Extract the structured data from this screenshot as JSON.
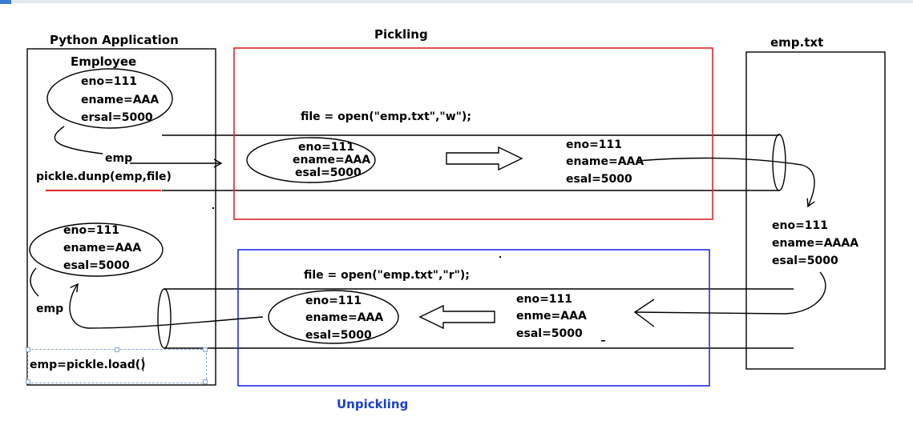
{
  "app": {
    "label": "Python Application",
    "employee_label": "Employee",
    "object_lines": [
      "eno=111",
      "ename=AAA",
      "ersal=5000"
    ],
    "emp_label": "emp",
    "dump_call": "pickle.dunp(emp,file)",
    "result_lines": [
      "eno=111",
      "ename=AAA",
      "esal=5000"
    ],
    "result_emp_label": "emp",
    "load_call": "emp=pickle.load()"
  },
  "pickling": {
    "title": "Pickling",
    "open_call": "file = open(\"emp.txt\",\"w\");",
    "object_lines": [
      "eno=111",
      "ename=AAA",
      "esal=5000"
    ],
    "stream_lines": [
      "eno=111",
      "ename=AAA",
      "esal=5000"
    ]
  },
  "file": {
    "title": "emp.txt",
    "content_lines": [
      "eno=111",
      "ename=AAAA",
      "esal=5000"
    ]
  },
  "unpickling": {
    "title": "Unpickling",
    "open_call": "file = open(\"emp.txt\",\"r\");",
    "stream_lines": [
      "eno=111",
      "enme=AAA",
      "esal=5000"
    ],
    "object_lines": [
      "eno=111",
      "ename=AAA",
      "esal=5000"
    ]
  },
  "colors": {
    "pickling_border": "#e0262b",
    "unpickling_border": "#1f2fe0",
    "unpickling_title": "#1a3fcc",
    "underline": "#e0262b",
    "ink": "#000000"
  }
}
